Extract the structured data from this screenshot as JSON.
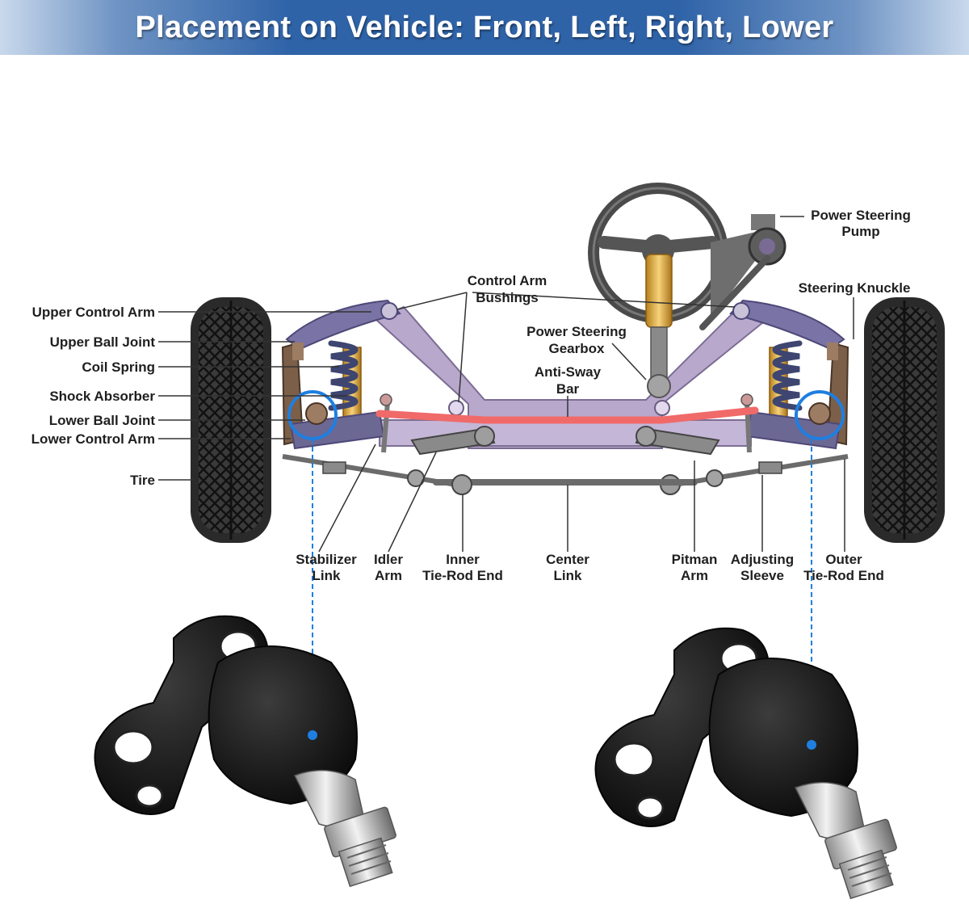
{
  "title": "Placement on Vehicle: Front, Left, Right, Lower",
  "colors": {
    "banner": "#2f63a8",
    "highlight_circle": "#1e7fe0",
    "anti_sway_bar": "#f06a6a",
    "frame": "#b8a8cc",
    "control_arm": "#7a74a6",
    "spring": "#3d4570",
    "shock": "#e9b63c",
    "tire": "#2b2b2b",
    "ball_joint": "#151515"
  },
  "labels": {
    "upper_control_arm": "Upper Control Arm",
    "upper_ball_joint": "Upper Ball Joint",
    "coil_spring": "Coil Spring",
    "shock_absorber": "Shock Absorber",
    "lower_ball_joint": "Lower Ball Joint",
    "lower_control_arm": "Lower Control Arm",
    "tire": "Tire",
    "control_arm_bushings_1": "Control Arm",
    "control_arm_bushings_2": "Bushings",
    "power_steering_gearbox_1": "Power Steering",
    "power_steering_gearbox_2": "Gearbox",
    "anti_sway_bar_1": "Anti-Sway",
    "anti_sway_bar_2": "Bar",
    "power_steering_pump_1": "Power Steering",
    "power_steering_pump_2": "Pump",
    "steering_knuckle": "Steering Knuckle",
    "stabilizer_link_1": "Stabilizer",
    "stabilizer_link_2": "Link",
    "idler_arm_1": "Idler",
    "idler_arm_2": "Arm",
    "inner_tie_rod_end_1": "Inner",
    "inner_tie_rod_end_2": "Tie-Rod End",
    "center_link_1": "Center",
    "center_link_2": "Link",
    "pitman_arm_1": "Pitman",
    "pitman_arm_2": "Arm",
    "adjusting_sleeve_1": "Adjusting",
    "adjusting_sleeve_2": "Sleeve",
    "outer_tie_rod_end_1": "Outer",
    "outer_tie_rod_end_2": "Tie-Rod End"
  }
}
